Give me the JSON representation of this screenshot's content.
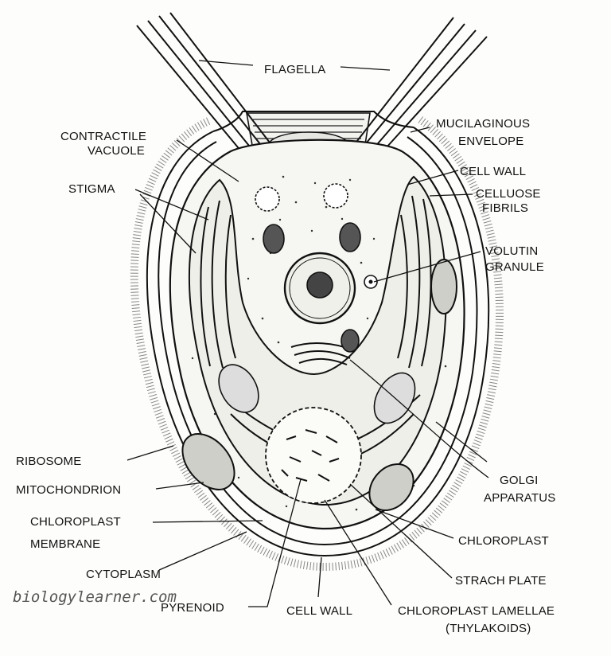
{
  "labels": {
    "flagella": "FLAGELLA",
    "contractile_vacuole_1": "CONTRACTILE",
    "contractile_vacuole_2": "VACUOLE",
    "mucilaginous_1": "MUCILAGINOUS",
    "mucilaginous_2": "ENVELOPE",
    "stigma": "STIGMA",
    "cell_wall_top": "CELL WALL",
    "celluose_1": "CELLUOSE",
    "celluose_2": "FIBRILS",
    "volutin_1": "VOLUTIN",
    "volutin_2": "GRANULE",
    "ribosome": "RIBOSOME",
    "mitochondrion": "MITOCHONDRION",
    "chloroplast_membrane_1": "CHLOROPLAST",
    "chloroplast_membrane_2": "MEMBRANE",
    "cytoplasm": "CYTOPLASM",
    "pyrenoid": "PYRENOID",
    "cell_wall_bottom": "CELL WALL",
    "golgi_1": "GOLGI",
    "golgi_2": "APPARATUS",
    "chloroplast": "CHLOROPLAST",
    "strach_plate": "STRACH PLATE",
    "lamellae_1": "CHLOROPLAST LAMELLAE",
    "lamellae_2": "(THYLAKOIDS)"
  },
  "watermark": "biologylearner.com"
}
